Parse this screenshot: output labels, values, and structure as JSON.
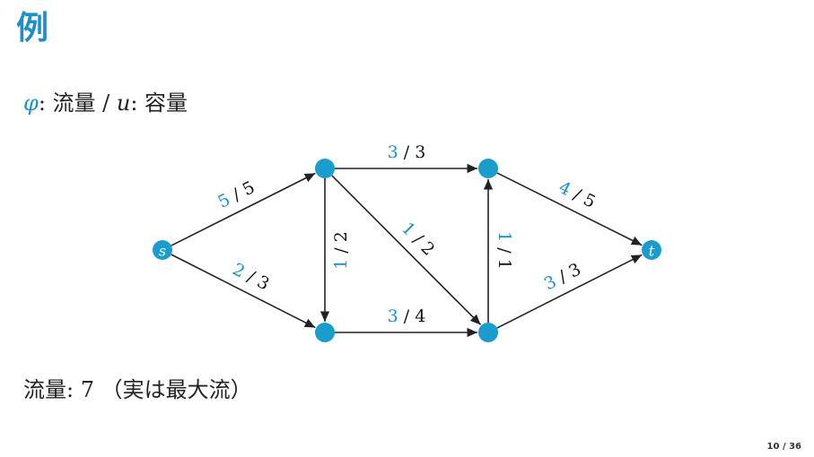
{
  "title": "例",
  "legend": {
    "phi": "φ",
    "flow_text": ": 流量 / ",
    "u": "u",
    "capacity_text": ": 容量"
  },
  "result": "流量: 7 （実は最大流）",
  "page_number": "10 / 36",
  "colors": {
    "accent": "#1a9ccd",
    "edge": "#222222"
  },
  "graph": {
    "nodes": [
      {
        "id": "s",
        "label": "s"
      },
      {
        "id": "a",
        "label": ""
      },
      {
        "id": "b",
        "label": ""
      },
      {
        "id": "c",
        "label": ""
      },
      {
        "id": "d",
        "label": ""
      },
      {
        "id": "t",
        "label": "t"
      }
    ],
    "edges": [
      {
        "from": "s",
        "to": "a",
        "flow": "5",
        "capacity": "5"
      },
      {
        "from": "s",
        "to": "b",
        "flow": "2",
        "capacity": "3"
      },
      {
        "from": "a",
        "to": "c",
        "flow": "3",
        "capacity": "3"
      },
      {
        "from": "a",
        "to": "b",
        "flow": "1",
        "capacity": "2"
      },
      {
        "from": "a",
        "to": "d",
        "flow": "1",
        "capacity": "2"
      },
      {
        "from": "b",
        "to": "d",
        "flow": "3",
        "capacity": "4"
      },
      {
        "from": "d",
        "to": "c",
        "flow": "1",
        "capacity": "1"
      },
      {
        "from": "c",
        "to": "t",
        "flow": "4",
        "capacity": "5"
      },
      {
        "from": "d",
        "to": "t",
        "flow": "3",
        "capacity": "3"
      }
    ]
  }
}
